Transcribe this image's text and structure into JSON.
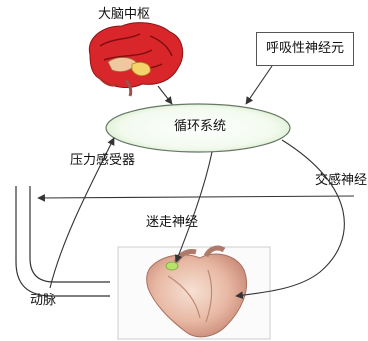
{
  "labels": {
    "brain": "大脑中枢",
    "respiratory_neuron": "呼吸性神经元",
    "circulatory_system": "循环系统",
    "baroreceptor": "压力感受器",
    "sympathetic_nerve": "交感神经",
    "vagus_nerve": "迷走神经",
    "artery": "动脉"
  },
  "colors": {
    "ellipse_fill": "#eaf6e2",
    "ellipse_stroke": "#667766",
    "line": "#333333",
    "brain_primary": "#d8262a",
    "heart_primary": "#e6b8a4"
  }
}
